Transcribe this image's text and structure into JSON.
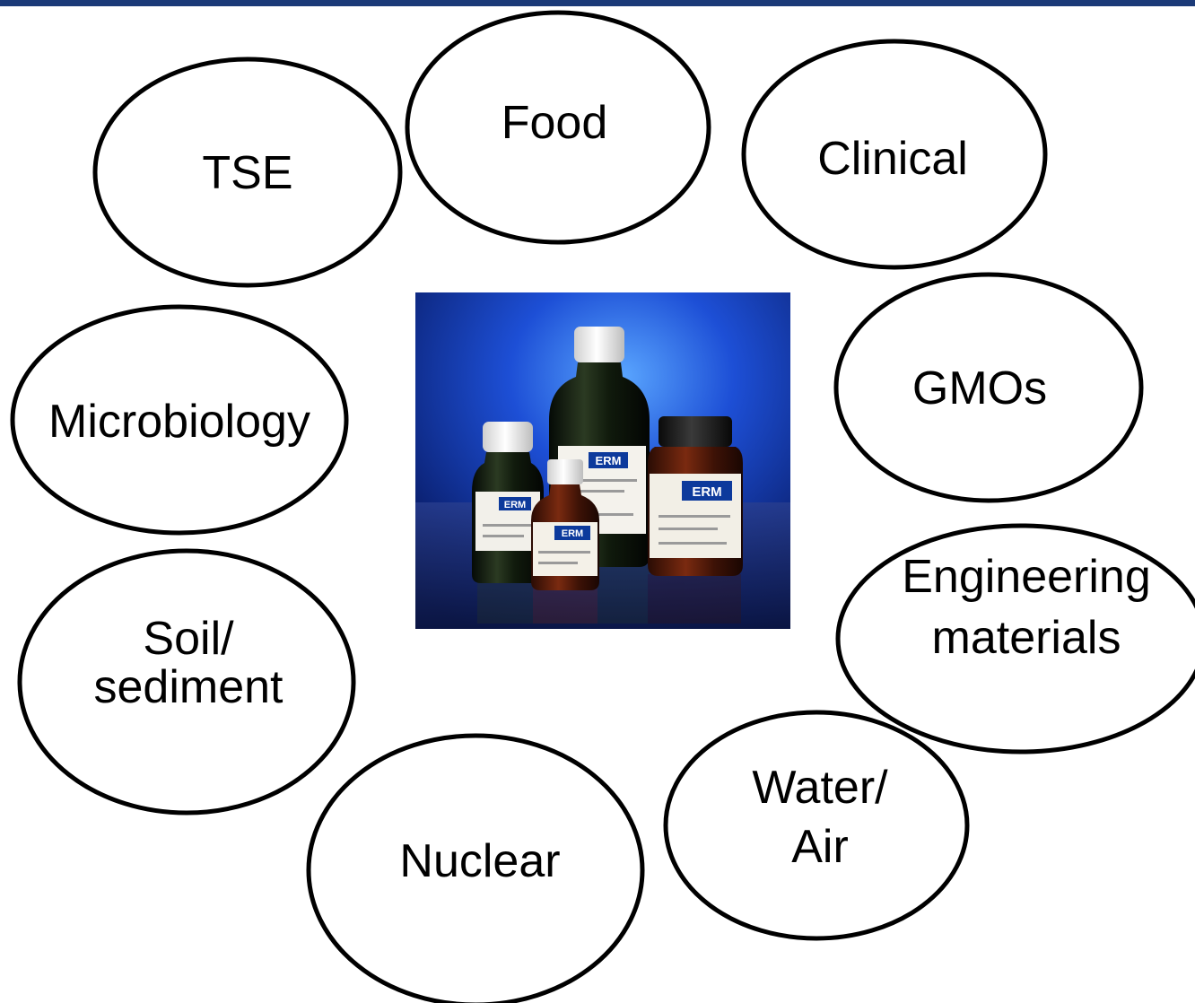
{
  "colors": {
    "header_bar": "#1b3a78",
    "bubble_stroke": "#000000",
    "bubble_fill": "#ffffff",
    "photo_background": "#0d2a8a"
  },
  "center_image": {
    "label_text": "ERM"
  },
  "bubbles": [
    {
      "id": "tse",
      "lines": [
        "TSE"
      ]
    },
    {
      "id": "food",
      "lines": [
        "Food"
      ]
    },
    {
      "id": "clinical",
      "lines": [
        "Clinical"
      ]
    },
    {
      "id": "microbiology",
      "lines": [
        "Microbiology"
      ]
    },
    {
      "id": "gmos",
      "lines": [
        "GMOs"
      ]
    },
    {
      "id": "soil-sediment",
      "lines": [
        "Soil/",
        "sediment"
      ]
    },
    {
      "id": "engineering-materials",
      "lines": [
        "Engineering",
        "materials"
      ]
    },
    {
      "id": "nuclear",
      "lines": [
        "Nuclear"
      ]
    },
    {
      "id": "water-air",
      "lines": [
        "Water/",
        "Air"
      ]
    }
  ]
}
